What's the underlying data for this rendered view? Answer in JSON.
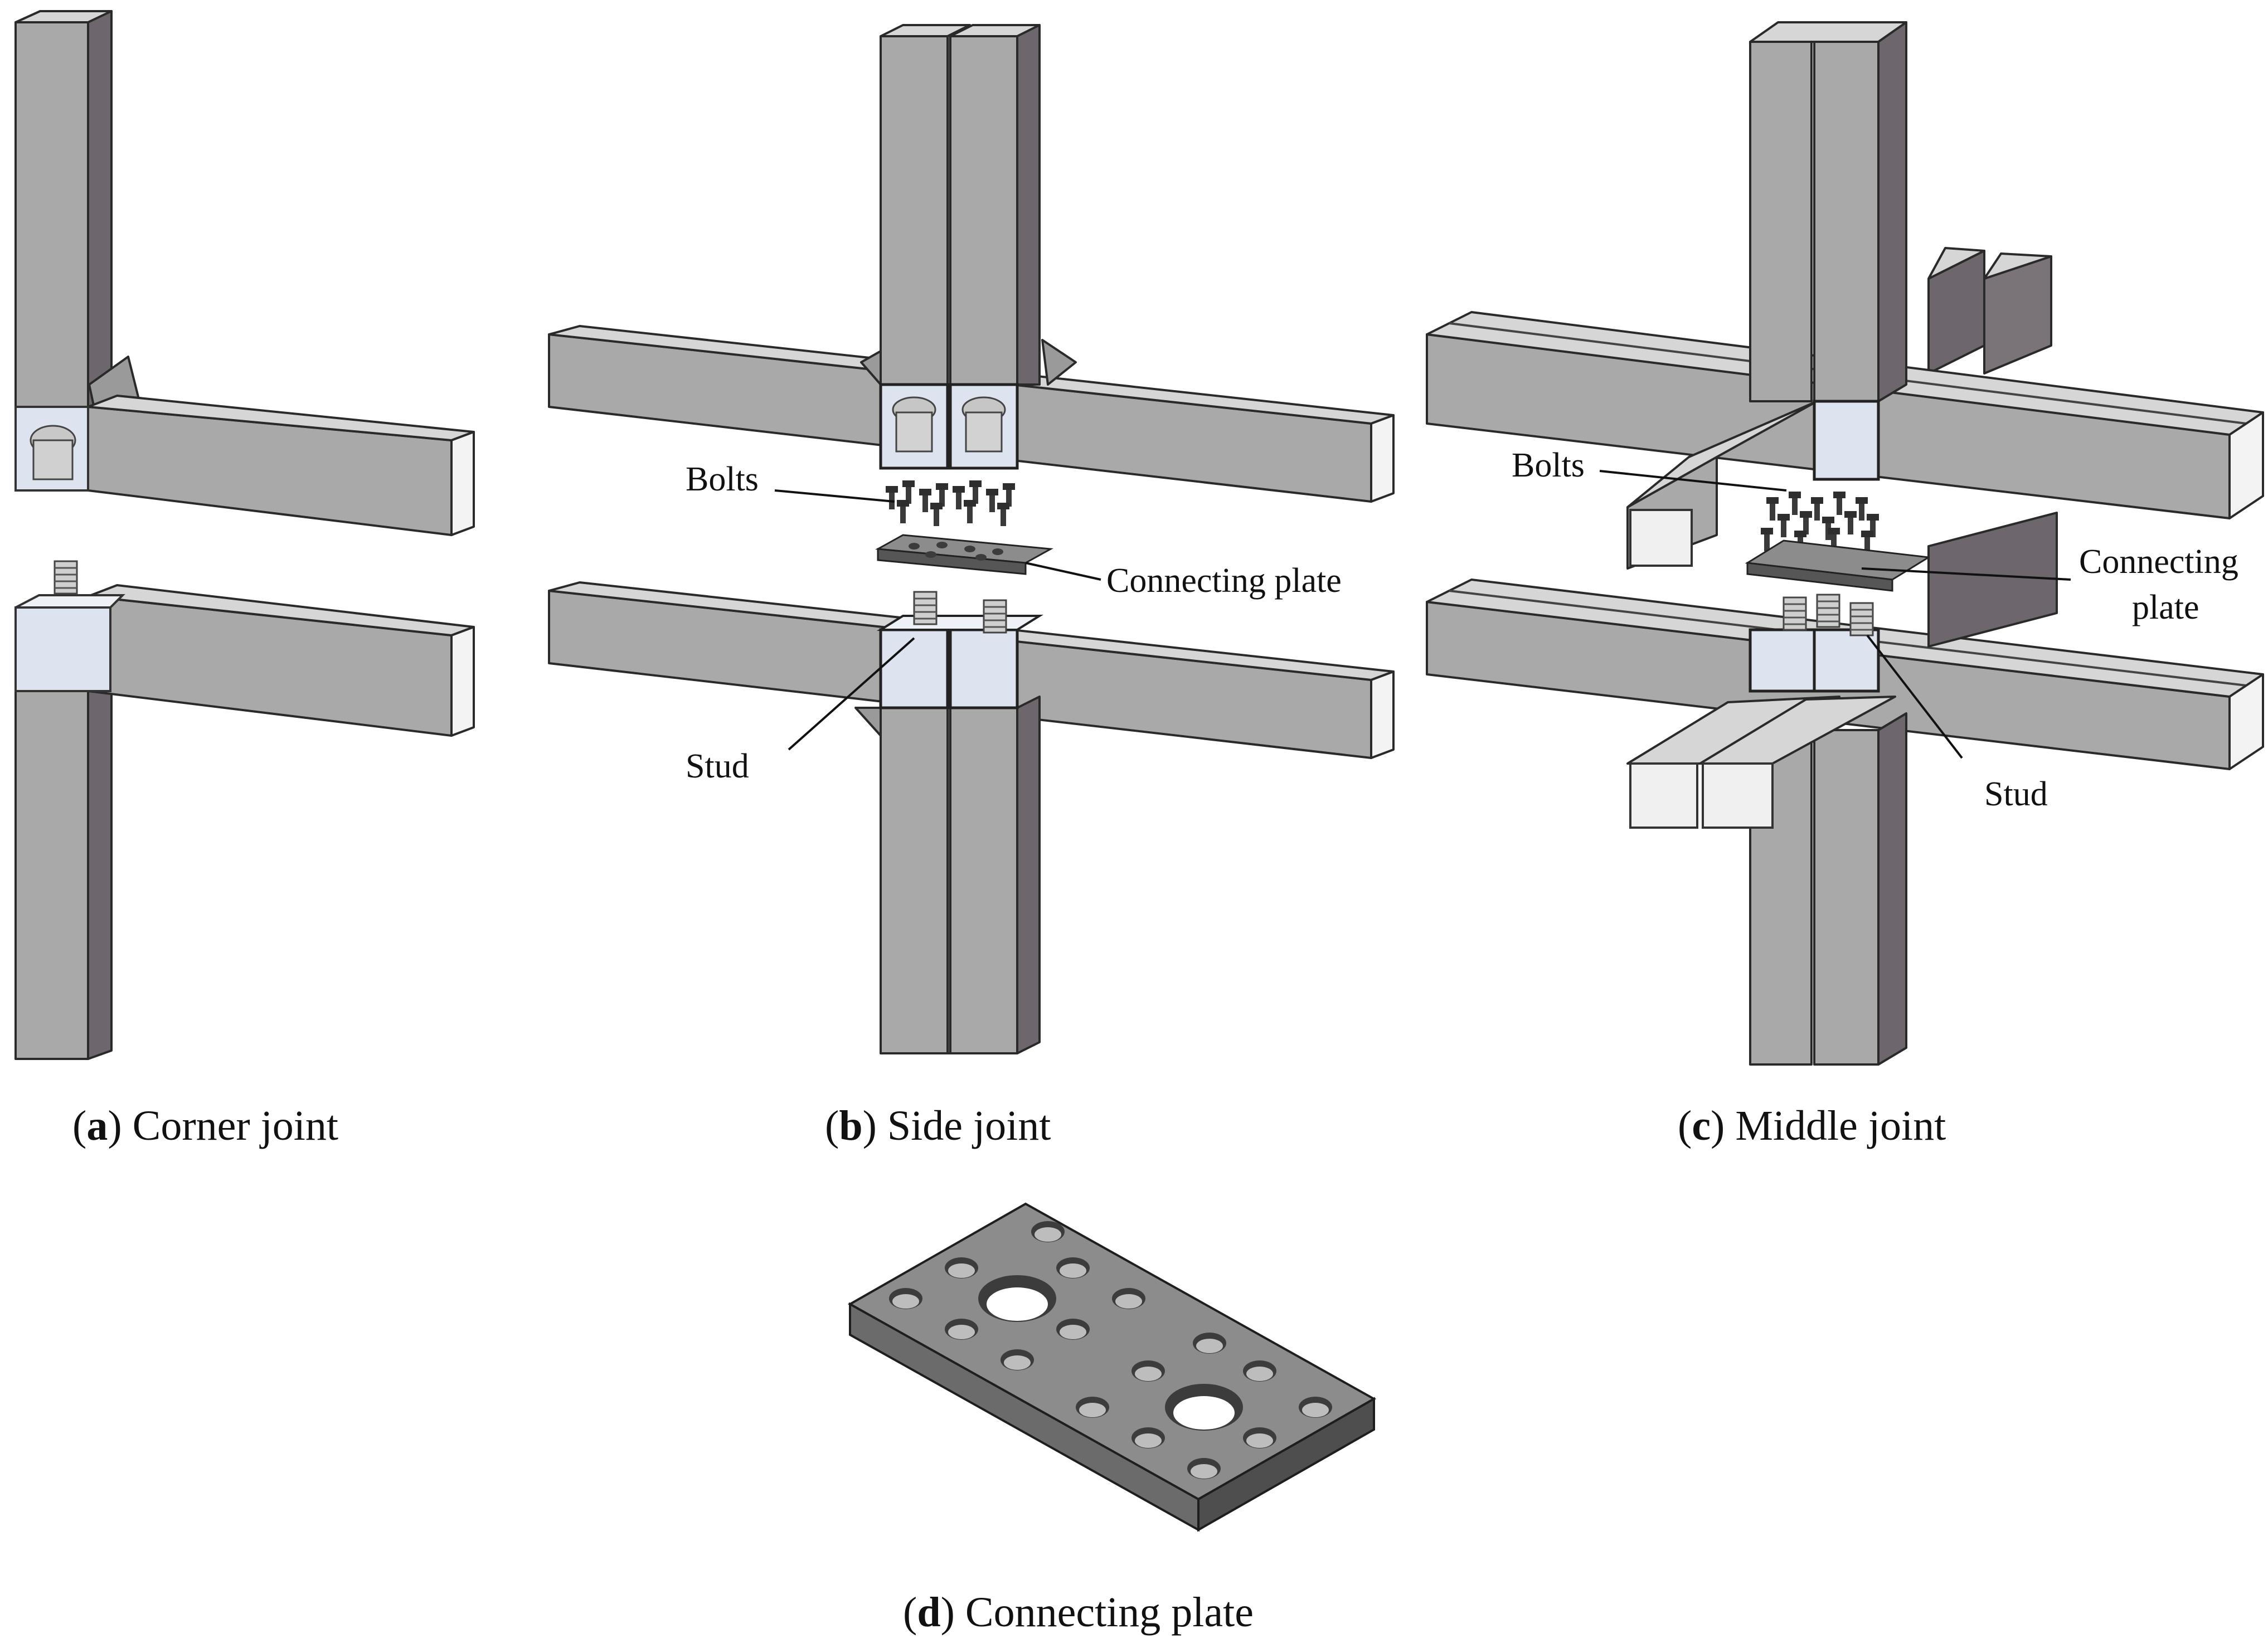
{
  "panels": {
    "a": {
      "letter": "a",
      "title": "Corner joint"
    },
    "b": {
      "letter": "b",
      "title": "Side joint"
    },
    "c": {
      "letter": "c",
      "title": "Middle joint"
    },
    "d": {
      "letter": "d",
      "title": "Connecting plate"
    }
  },
  "annotations": {
    "bolts": "Bolts",
    "connecting_plate": "Connecting plate",
    "connecting_plate_line1": "Connecting",
    "connecting_plate_line2": "plate",
    "stud": "Stud"
  },
  "colors": {
    "steel_front": "#a9a9a9",
    "steel_top": "#d6d6d6",
    "steel_side": "#6d666c",
    "glass_box": "#dde3ef",
    "plate_top": "#8c8c8c",
    "plate_side": "#565656",
    "hole": "#3c3c3c"
  }
}
